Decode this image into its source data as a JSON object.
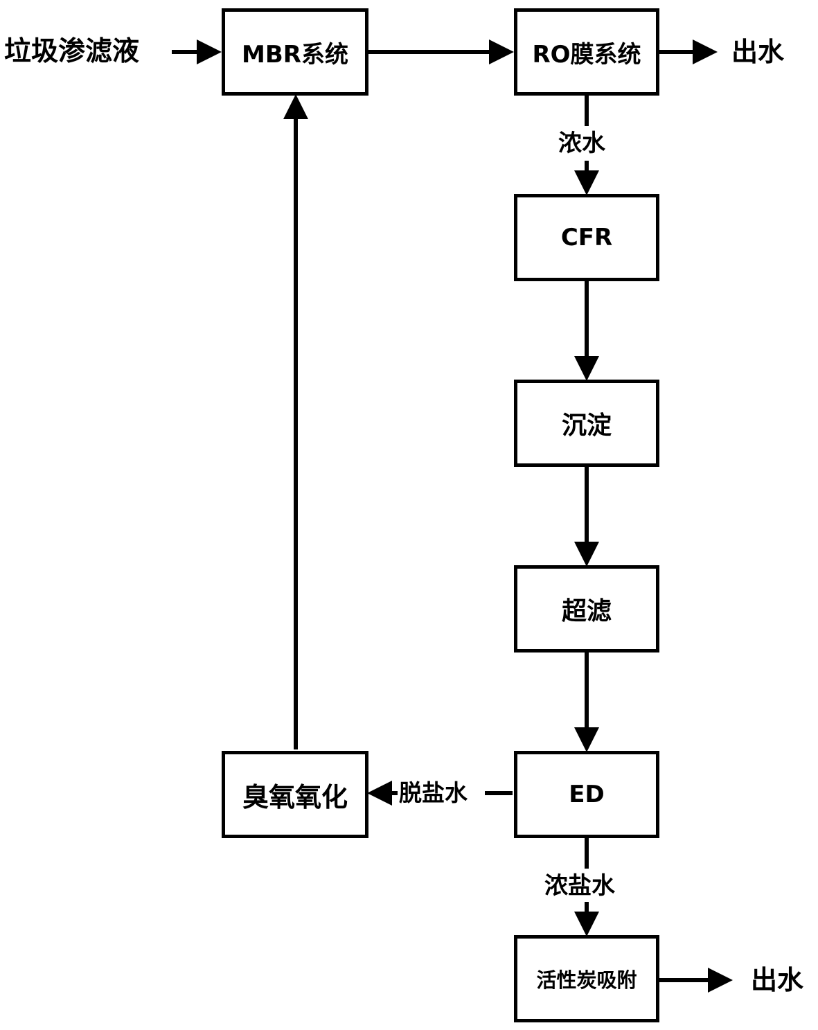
{
  "diagram": {
    "input_label": "垃圾渗滤液",
    "nodes": {
      "mbr": "MBR系统",
      "ro": "RO膜系统",
      "cfr": "CFR",
      "settle": "沉淀",
      "uf": "超滤",
      "ed": "ED",
      "ozone": "臭氧氧化",
      "carbon": "活性炭吸附"
    },
    "edge_labels": {
      "ro_out": "出水",
      "concentrate": "浓水",
      "desalted": "脱盐水",
      "brine": "浓盐水",
      "carbon_out": "出水"
    }
  }
}
